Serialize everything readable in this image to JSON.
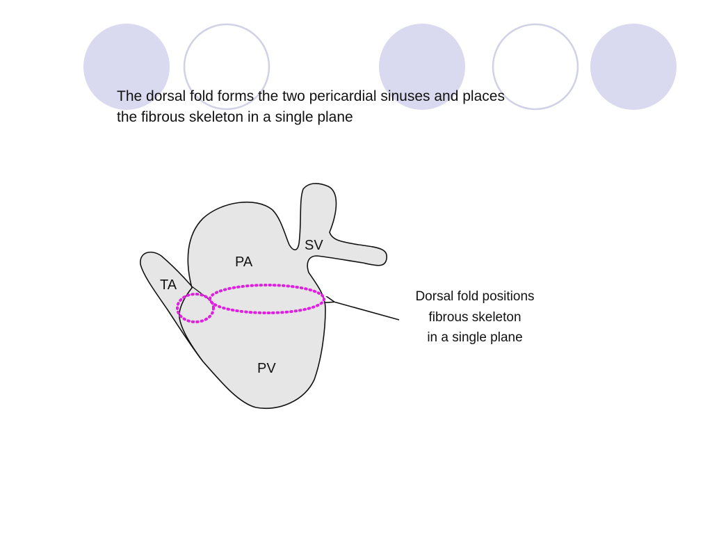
{
  "caption": {
    "line1": "The dorsal fold forms the two pericardial sinuses and places",
    "line2": "the fibrous skeleton in a single plane"
  },
  "diagram": {
    "labels": {
      "sv": "SV",
      "pa": "PA",
      "ta": "TA",
      "pv": "PV"
    },
    "annotation": {
      "line1": "Dorsal fold positions",
      "line2": "fibrous skeleton",
      "line3": "in a single plane"
    },
    "colors": {
      "heart_fill": "#e6e6e6",
      "outline": "#111111",
      "dorsal_fold": "#e020e0",
      "deco_circle": "#d9d9ef",
      "deco_ring": "#d0d0e6"
    }
  }
}
